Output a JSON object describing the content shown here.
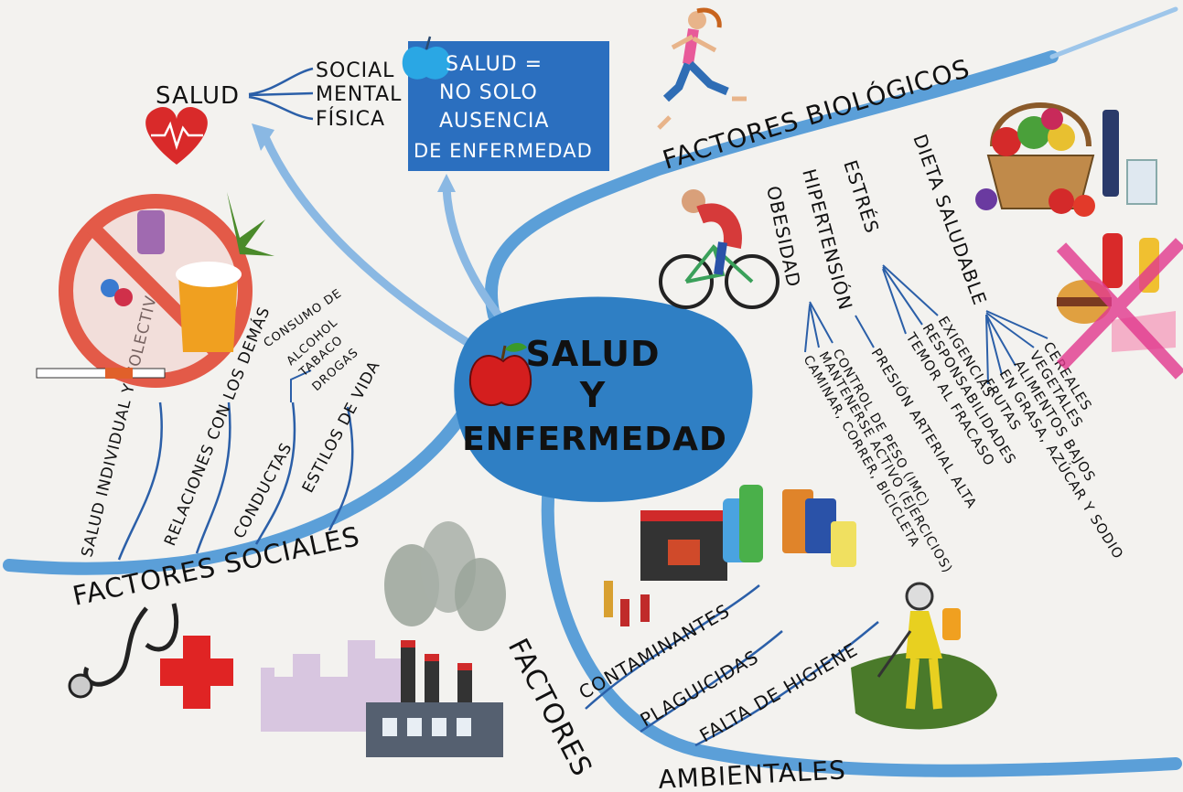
{
  "center": {
    "line1": "SALUD",
    "line2": "Y",
    "line3": "ENFERMEDAD"
  },
  "salud": {
    "title": "SALUD",
    "items": [
      "SOCIAL",
      "MENTAL",
      "FÍSICA"
    ]
  },
  "definition": {
    "lines": [
      "SALUD =",
      "NO SOLO",
      "AUSENCIA",
      "DE ENFERMEDAD"
    ]
  },
  "biologicos": {
    "title": "FACTORES BIOLÓGICOS",
    "groups": [
      {
        "label": "DIETA SALUDABLE",
        "items": [
          "CEREALES",
          "VEGETALES",
          "ALIMENTOS BAJOS",
          "EN GRASA, AZÚCAR Y SODIO",
          "FRUTAS"
        ]
      },
      {
        "label": "ESTRÉS",
        "items": [
          "EXIGENCIAS",
          "RESPONSABILIDADES",
          "TEMOR AL FRACASO"
        ]
      },
      {
        "label": "HIPERTENSIÓN",
        "items": [
          "PRESIÓN ARTERIAL ALTA"
        ]
      },
      {
        "label": "OBESIDAD",
        "items": [
          "CONTROL DE PESO (IMC)",
          "MANTENERSE ACTIVO (EJERCICIOS)",
          "CAMINAR, CORRER, BICICLETA"
        ]
      }
    ]
  },
  "sociales": {
    "title": "FACTORES SOCIALES",
    "items": [
      "SALUD INDIVIDUAL Y COLECTIVA",
      "RELACIONES CON LOS DEMÁS",
      "CONDUCTAS",
      "ESTILOS DE VIDA"
    ],
    "consumo": {
      "title": "CONSUMO DE",
      "items": [
        "ALCOHOL",
        "TABACO",
        "DROGAS"
      ]
    }
  },
  "ambientales": {
    "title_part1": "FACTORES",
    "title_part2": "AMBIENTALES",
    "items": [
      "CONTAMINANTES",
      "PLAGUICIDAS",
      "FALTA DE HIGIENE"
    ]
  },
  "colors": {
    "background": "#f3f2ef",
    "center_blob": "#2f7fc4",
    "branch": "#5b9fd8",
    "definition_box": "#2b6fbf",
    "heart": "#d92a2a",
    "cross": "#e02424"
  },
  "icons": [
    "apple-icon",
    "heart-icon",
    "runner-icon",
    "cyclist-icon",
    "food-basket-icon",
    "junk-food-icon",
    "no-drugs-icon",
    "stethoscope-icon",
    "red-cross-icon",
    "factory-icon",
    "chemicals-icon",
    "fumigator-icon"
  ]
}
